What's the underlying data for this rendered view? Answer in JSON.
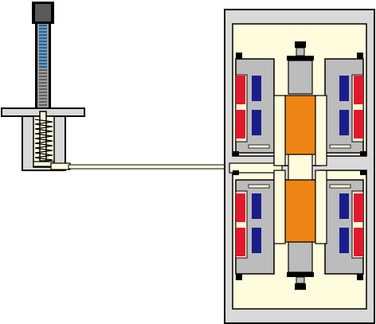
{
  "diagram": {
    "colors": {
      "background": "#ffffff",
      "housing": "#d9d9d9",
      "cavity": "#fffbdc",
      "outline": "#000000",
      "grey_part": "#bcbcbc",
      "dark_grey": "#9e9e9e",
      "core": "#ee8414",
      "magnet_red": "#e3182c",
      "magnet_blue": "#1a1e8a",
      "liquid": "#5f9fd0",
      "cap": "#595959"
    },
    "components": [
      "piston-cap",
      "piston-rod",
      "flange-plate",
      "cylinder-body",
      "compression-spring",
      "connecting-tube",
      "housing",
      "upper-chamber",
      "lower-chamber",
      "center-shaft",
      "magnet-coils",
      "stoppers"
    ]
  }
}
